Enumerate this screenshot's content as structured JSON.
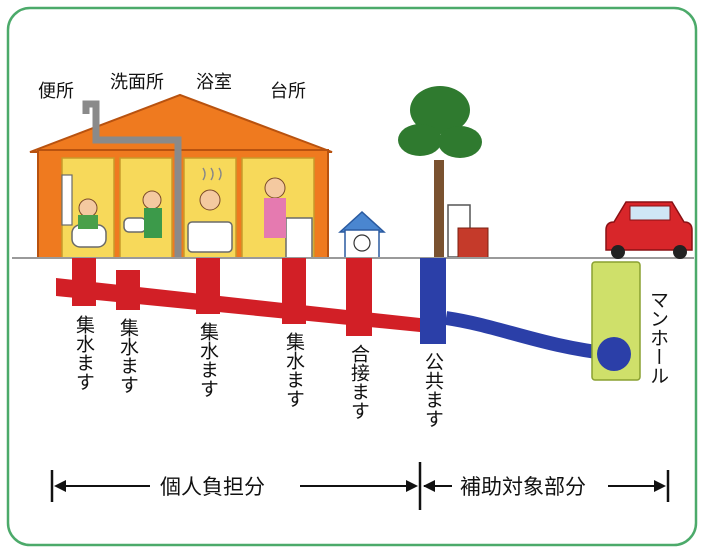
{
  "rooms": {
    "toilet": "便所",
    "washroom": "洗面所",
    "bathroom": "浴室",
    "kitchen": "台所"
  },
  "basins": {
    "collect_1": "集水ます",
    "collect_2": "集水ます",
    "collect_3": "集水ます",
    "collect_4": "集水ます",
    "junction": "合接ます",
    "public": "公共ます",
    "manhole": "マンホール"
  },
  "ranges": {
    "personal": "個人負担分",
    "subsidy": "補助対象部分"
  },
  "colors": {
    "border": "#4caa6a",
    "private_pipe": "#d21f26",
    "public_pipe": "#2b3fa8",
    "house_wall": "#ef7a1f",
    "room_fill": "#f7d95a",
    "manhole": "#cfe06a",
    "car": "#d8262a",
    "tree": "#2f7a2f"
  }
}
